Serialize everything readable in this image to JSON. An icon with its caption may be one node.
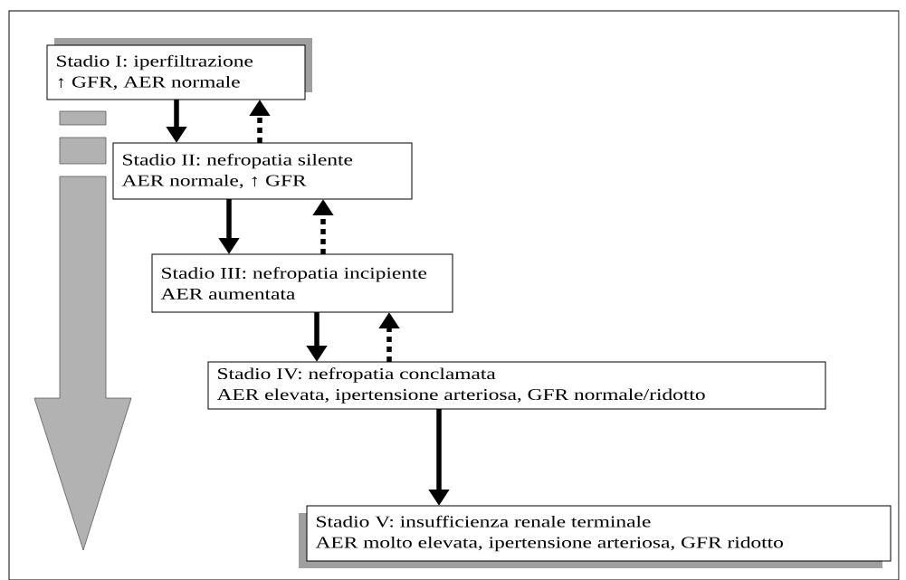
{
  "diagram": {
    "nodes": [
      {
        "text": [
          "Stadio I: iperfiltrazione",
          "↑ GFR, AER normale"
        ]
      },
      {
        "text": [
          "Stadio II: nefropatia silente",
          "AER normale, ↑ GFR"
        ]
      },
      {
        "text": [
          "Stadio III: nefropatia incipiente",
          "AER aumentata"
        ]
      },
      {
        "text": [
          "Stadio IV: nefropatia conclamata",
          "AER elevata, ipertensione arteriosa, GFR normale/ridotto"
        ]
      },
      {
        "text": [
          "Stadio V: insufficienza renale terminale",
          "AER molto elevata, ipertensione arteriosa, GFR ridotto"
        ]
      }
    ],
    "edges": [
      {
        "from": 0,
        "to": 1,
        "arrow": "to"
      },
      {
        "from": 1,
        "to": 0,
        "arrow": "to",
        "style": "dashed"
      },
      {
        "from": 1,
        "to": 2,
        "arrow": "to"
      },
      {
        "from": 2,
        "to": 1,
        "arrow": "to",
        "style": "dashed"
      },
      {
        "from": 2,
        "to": 3,
        "arrow": "to"
      },
      {
        "from": 3,
        "to": 2,
        "arrow": "to",
        "style": "dashed"
      },
      {
        "from": 3,
        "to": 4,
        "arrow": "to"
      }
    ]
  }
}
